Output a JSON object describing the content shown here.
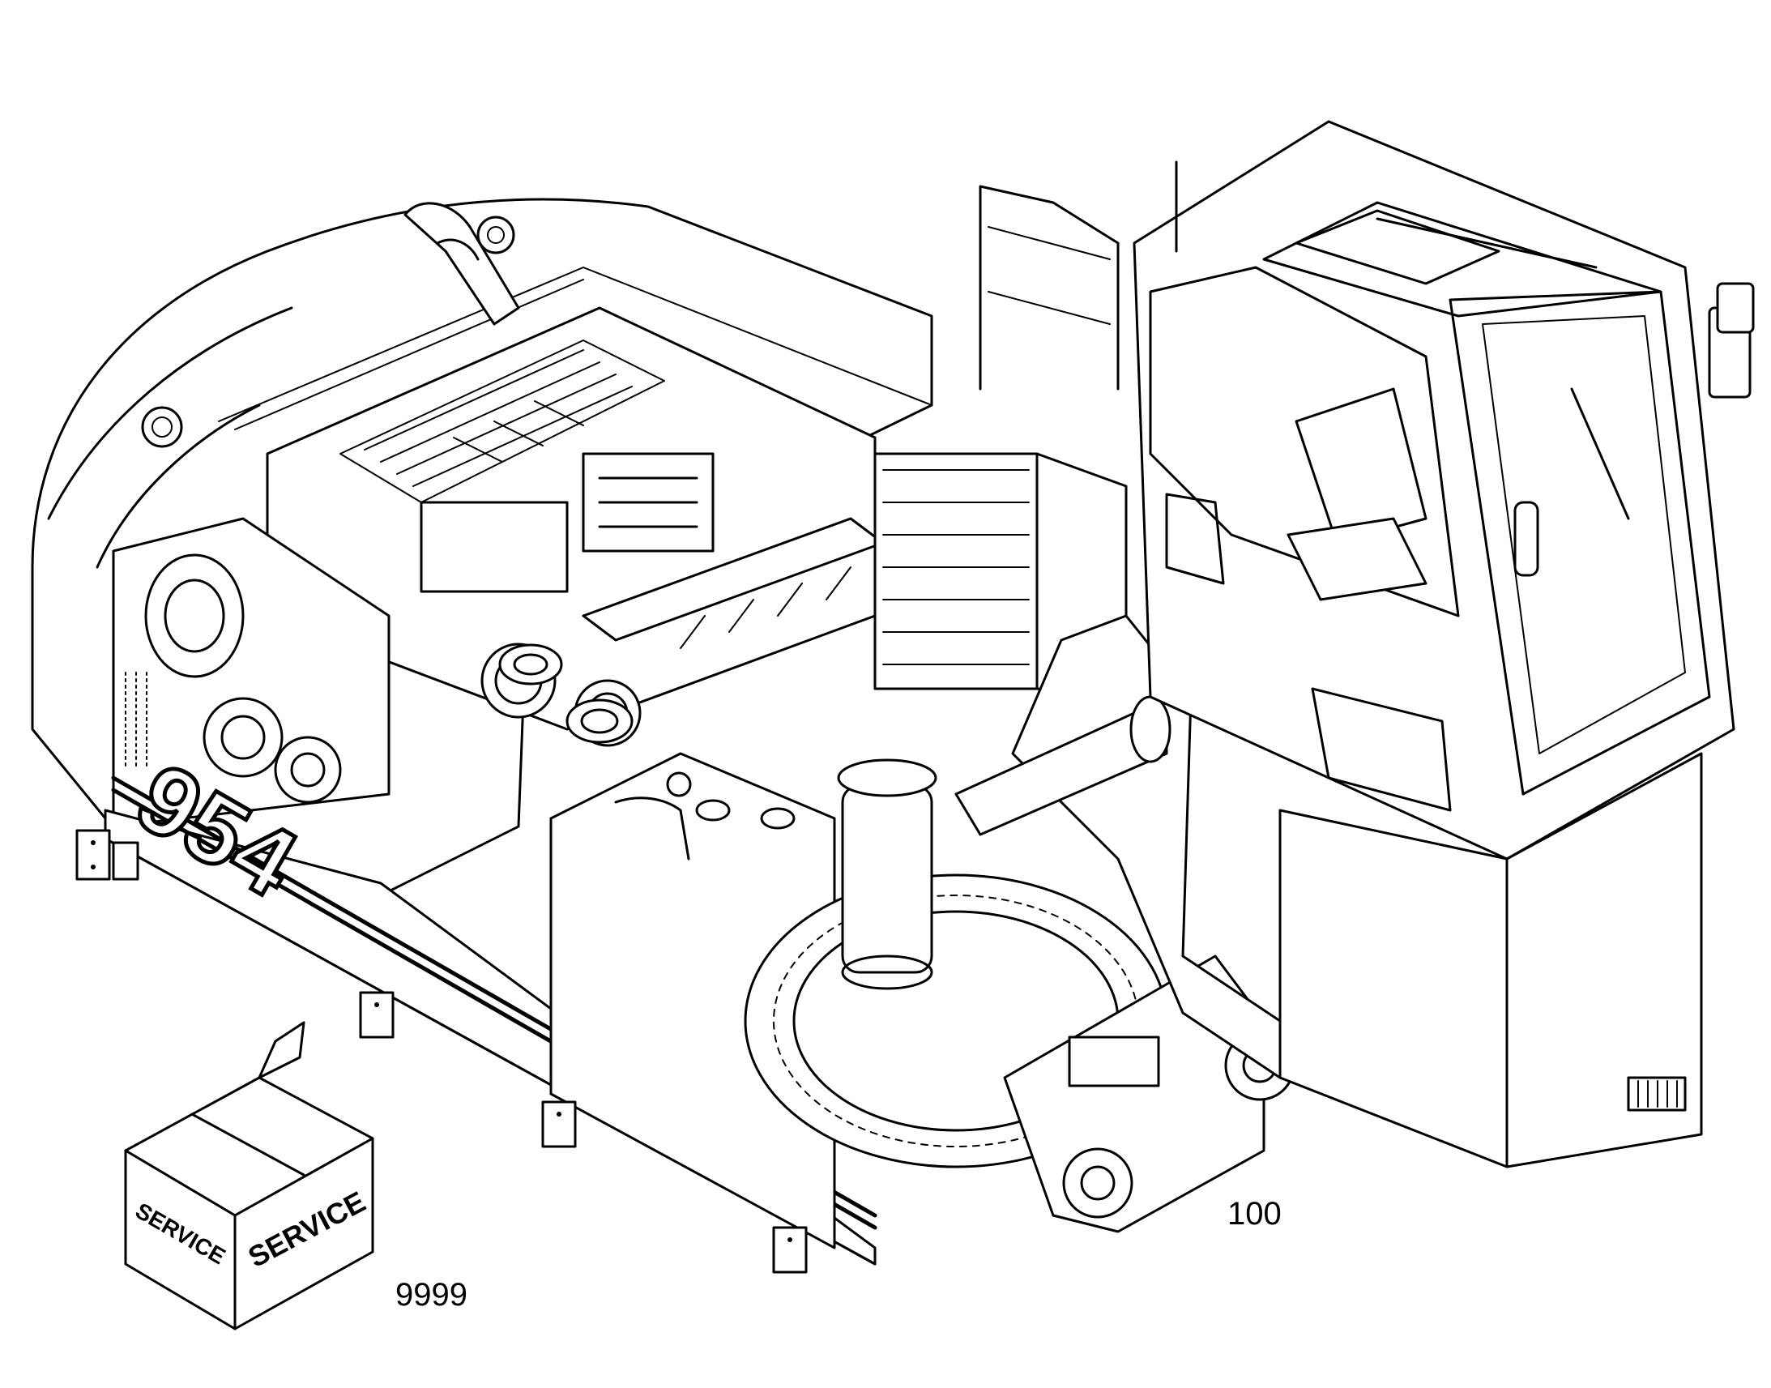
{
  "callouts": {
    "main_assembly": "100",
    "service_kit": "9999"
  },
  "service_box": {
    "front_label": "SERVICE",
    "side_label": "SERVICE"
  },
  "machine": {
    "model_number": "954"
  },
  "colors": {
    "ink": "#000000",
    "paper": "#ffffff"
  }
}
